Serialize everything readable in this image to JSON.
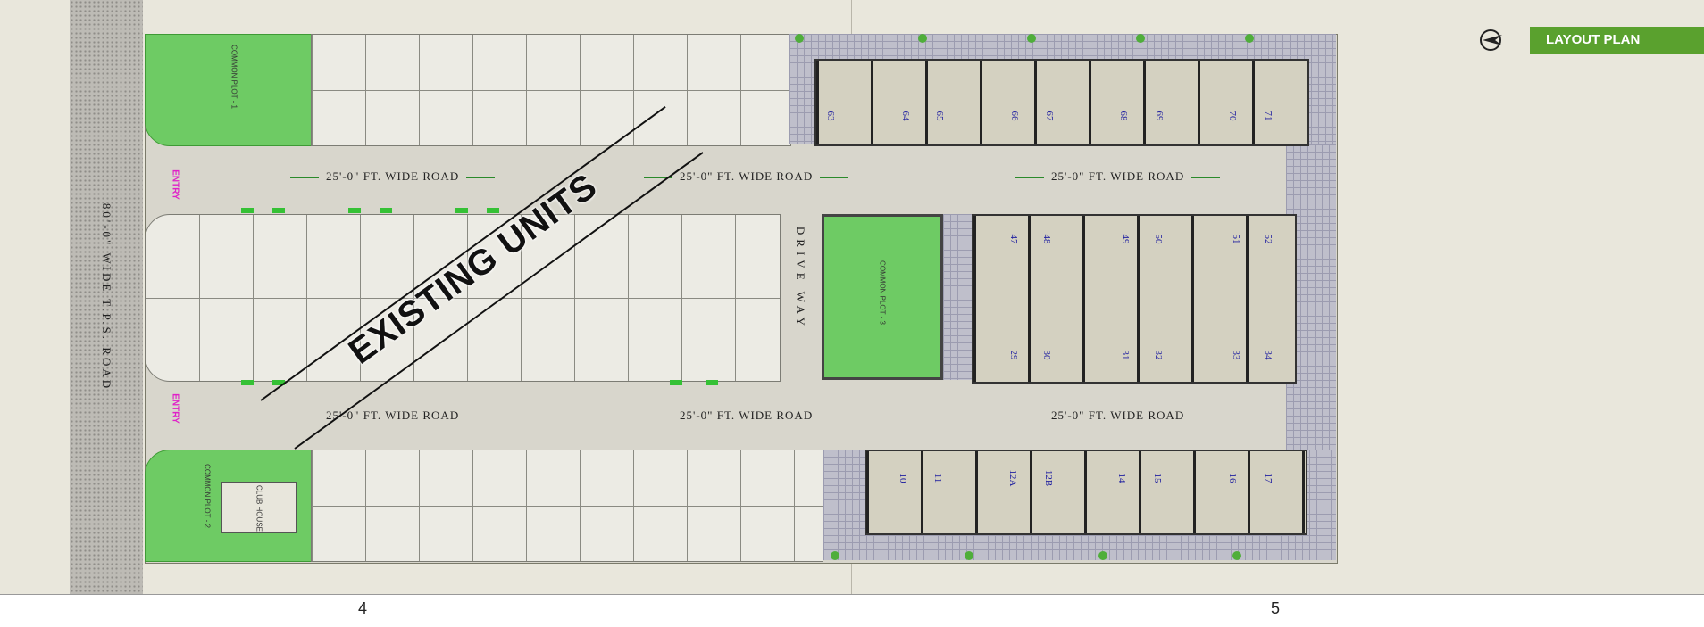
{
  "title": "LAYOUT PLAN",
  "pages": {
    "left": "4",
    "right": "5"
  },
  "main_road": "80'-0\" WIDE T.P.S. ROAD",
  "roads": {
    "top_1": "25'-0\" FT. WIDE ROAD",
    "top_2": "25'-0\" FT. WIDE ROAD",
    "top_3": "25'-0\" FT. WIDE ROAD",
    "bottom_1": "25'-0\" FT. WIDE ROAD",
    "bottom_2": "25'-0\" FT. WIDE ROAD",
    "bottom_3": "25'-0\" FT. WIDE ROAD"
  },
  "entries": {
    "top": "ENTRY",
    "bottom": "ENTRY"
  },
  "drive_way": "DRIVE WAY",
  "existing_units": "EXISTING UNITS",
  "common_plots": {
    "plot1": "COMMON PLOT - 1",
    "plot2": "COMMON PLOT - 2",
    "plot3": "COMMON PLOT - 3"
  },
  "club_house": "CLUB HOUSE",
  "units": {
    "row_top": [
      "63",
      "64",
      "65",
      "66",
      "67",
      "68",
      "69",
      "70",
      "71"
    ],
    "row_mid_top": [
      "47",
      "48",
      "49",
      "50",
      "51",
      "52"
    ],
    "row_mid_bottom": [
      "29",
      "30",
      "31",
      "32",
      "33",
      "34"
    ],
    "row_bottom": [
      "10",
      "11",
      "12A",
      "12B",
      "14",
      "15",
      "16",
      "17"
    ]
  },
  "colors": {
    "accent_green": "#5aa12e",
    "lawn": "#6ecb64",
    "unit_number": "#1f1fa0",
    "entry": "#e020c8"
  },
  "icons": {
    "north": "north-arrow-icon"
  }
}
